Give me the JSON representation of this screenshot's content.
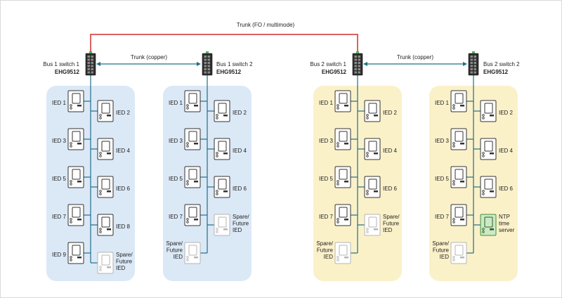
{
  "trunk_fo": {
    "label": "Trunk (FO / multimode)",
    "color": "#d32f2f"
  },
  "colors": {
    "bus1_bg": "#dbe8f6",
    "bus2_bg": "#fbf1c9",
    "line": "#1f6f8b",
    "device": "#333333",
    "ntp_fill": "#cde9c4",
    "ntp_stroke": "#3f8f3a"
  },
  "buses": [
    {
      "switches": [
        {
          "name": "Bus 1 switch 1",
          "model": "EHG9512"
        },
        {
          "name": "Bus 1 switch 2",
          "model": "EHG9512"
        }
      ],
      "trunk_copper": "Trunk (copper)",
      "groups": [
        {
          "left": [
            "IED 1",
            "IED 3",
            "IED 5",
            "IED 7",
            "IED 9"
          ],
          "right": [
            "IED 2",
            "IED 4",
            "IED 6",
            "IED 8",
            "Spare/\nFuture\nIED"
          ]
        },
        {
          "left": [
            "IED 1",
            "IED 3",
            "IED 5",
            "IED 7",
            "Spare/\nFuture\nIED"
          ],
          "right": [
            "IED 2",
            "IED 4",
            "IED 6",
            "Spare/\nFuture\nIED"
          ]
        }
      ]
    },
    {
      "switches": [
        {
          "name": "Bus 2 switch 1",
          "model": "EHG9512"
        },
        {
          "name": "Bus 2 switch 2",
          "model": "EHG9512"
        }
      ],
      "trunk_copper": "Trunk (copper)",
      "groups": [
        {
          "left": [
            "IED 1",
            "IED 3",
            "IED 5",
            "IED 7",
            "Spare/\nFuture\nIED"
          ],
          "right": [
            "IED 2",
            "IED 4",
            "IED 6",
            "Spare/\nFuture\nIED"
          ]
        },
        {
          "left": [
            "IED 1",
            "IED 3",
            "IED 5",
            "IED 7",
            "Spare/\nFuture\nIED"
          ],
          "right": [
            "IED 2",
            "IED 4",
            "IED 6",
            "NTP\ntime\nserver"
          ]
        }
      ]
    }
  ]
}
